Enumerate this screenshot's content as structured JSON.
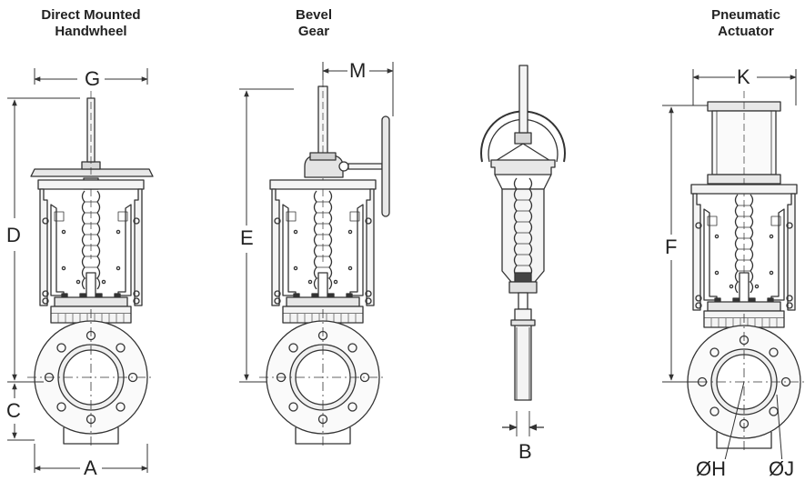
{
  "titles": {
    "handwheel": [
      "Direct Mounted",
      "Handwheel"
    ],
    "bevel": [
      "Bevel",
      "Gear"
    ],
    "actuator": [
      "Pneumatic",
      "Actuator"
    ]
  },
  "dimensions": {
    "A": "A",
    "B": "B",
    "C": "C",
    "D": "D",
    "E": "E",
    "F": "F",
    "G": "G",
    "K": "K",
    "M": "M",
    "H": "ØH",
    "J": "ØJ"
  },
  "colors": {
    "line": "#333333",
    "fill_light": "#f0f0f0",
    "fill_mid": "#d8d8d8"
  }
}
